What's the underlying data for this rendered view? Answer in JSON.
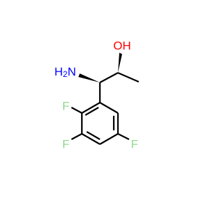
{
  "molecule": {
    "atoms": {
      "oh": {
        "label": "OH",
        "color": "#ff0000"
      },
      "nh2": {
        "label": "H",
        "sub": "2",
        "suffix": "N",
        "color": "#0000ff"
      },
      "f_top": {
        "label": "F",
        "color": "#8fd98f"
      },
      "f_left": {
        "label": "F",
        "color": "#8fd98f"
      },
      "f_right": {
        "label": "F",
        "color": "#8fd98f"
      }
    },
    "bond_color": "#000000"
  }
}
